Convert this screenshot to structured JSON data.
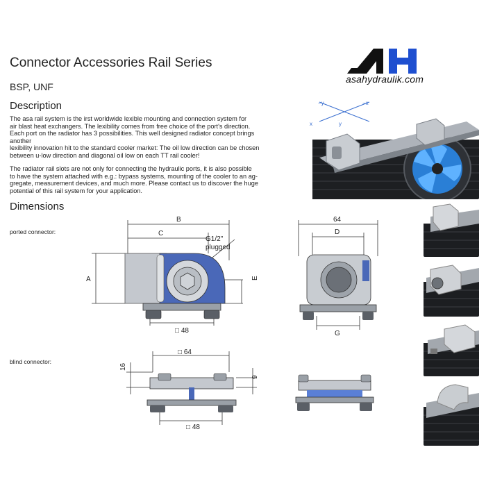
{
  "header": {
    "title": "Connector Accessories Rail Series",
    "subtitle": "BSP, UNF",
    "logo_text": "asahydraulik.com"
  },
  "description": {
    "heading": "Description",
    "paragraph1_lines": [
      "The asa rail system is the irst worldwide lexible mounting and connection system for",
      "air blast heat exchangers. The lexibility comes from free choice of the port's direction.",
      "Each  port on the radiator has 3 possibilities. This well designed radiator concept brings",
      "another",
      "lexibility innovation hit to the standard cooler market: The oil low direction can be chosen",
      "between u-low direction and diagonal oil low on each TT rail cooler!"
    ],
    "paragraph2_lines": [
      "The radiator rail slots are not only for connecting the hydraulic ports, it is also possible",
      "to have the system attached with e.g.: bypass systems, mounting of the cooler to an ag-",
      "gregate, measurement devices, and much more. Please contact us to discover the huge",
      "potential of this rail system for your application."
    ]
  },
  "photo_axes": {
    "labels": [
      "−y",
      "−x",
      "x",
      "y"
    ],
    "color": "#3a6fd0"
  },
  "dimensions": {
    "heading": "Dimensions",
    "ported_label": "ported connector:",
    "blind_label": "blind connector:",
    "ported_front": {
      "B": "B",
      "C": "C",
      "A": "A",
      "plug_line1": "G1/2\"",
      "plug_line2": "plugged",
      "bottom": "□ 48"
    },
    "ported_side": {
      "top": "64",
      "D": "D",
      "E": "E",
      "G": "G"
    },
    "blind_front": {
      "top": "□ 64",
      "left": "16",
      "right": "9",
      "bottom": "□ 48"
    }
  },
  "colors": {
    "accent_blue": "#3f5fb0",
    "metal": "#c4c8ce",
    "dim_line": "#333333"
  }
}
